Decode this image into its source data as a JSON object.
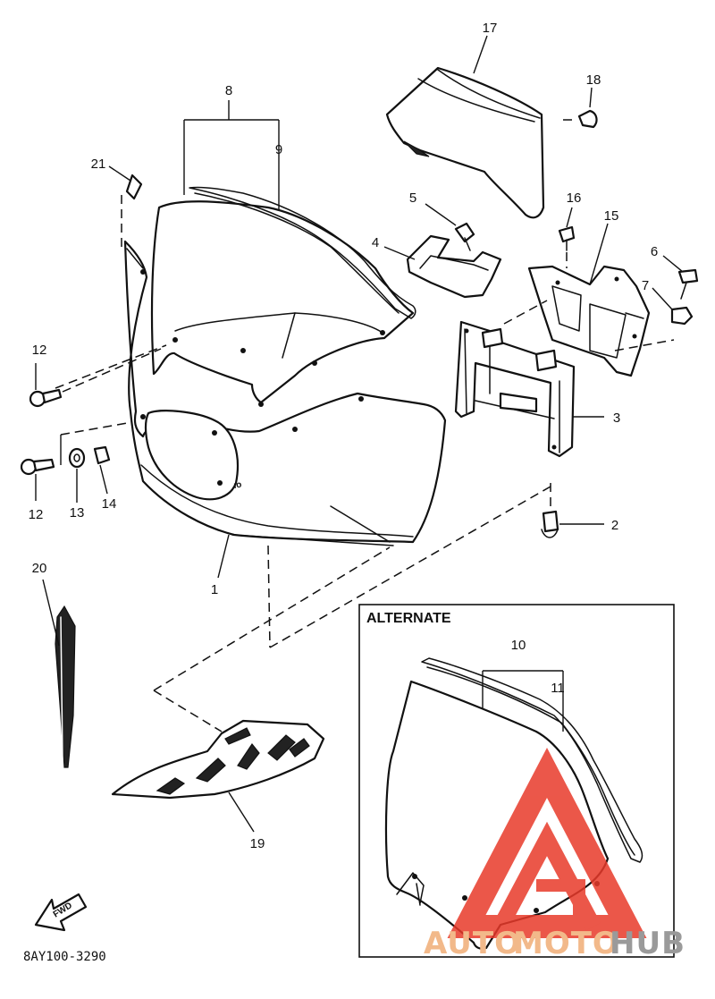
{
  "diagram": {
    "callouts": [
      {
        "id": "c1",
        "label": "1"
      },
      {
        "id": "c2",
        "label": "2"
      },
      {
        "id": "c3",
        "label": "3"
      },
      {
        "id": "c4",
        "label": "4"
      },
      {
        "id": "c5",
        "label": "5"
      },
      {
        "id": "c6",
        "label": "6"
      },
      {
        "id": "c7",
        "label": "7"
      },
      {
        "id": "c8",
        "label": "8"
      },
      {
        "id": "c9",
        "label": "9"
      },
      {
        "id": "c10",
        "label": "10"
      },
      {
        "id": "c11",
        "label": "11"
      },
      {
        "id": "c12a",
        "label": "12"
      },
      {
        "id": "c12b",
        "label": "12"
      },
      {
        "id": "c13",
        "label": "13"
      },
      {
        "id": "c14",
        "label": "14"
      },
      {
        "id": "c15",
        "label": "15"
      },
      {
        "id": "c16",
        "label": "16"
      },
      {
        "id": "c17",
        "label": "17"
      },
      {
        "id": "c18",
        "label": "18"
      },
      {
        "id": "c19",
        "label": "19"
      },
      {
        "id": "c20",
        "label": "20"
      },
      {
        "id": "c21",
        "label": "21"
      }
    ],
    "alternate_label": "ALTERNATE",
    "fwd_label": "FWD",
    "drawing_code": "8AY100-3290"
  },
  "watermark": {
    "part1": "AUTO",
    "part2": "MOTO",
    "part3": "HUB",
    "accent_color": "#e83a2a",
    "text_color_light": "#f2b98a",
    "text_color_dark": "#9a9a9a"
  }
}
